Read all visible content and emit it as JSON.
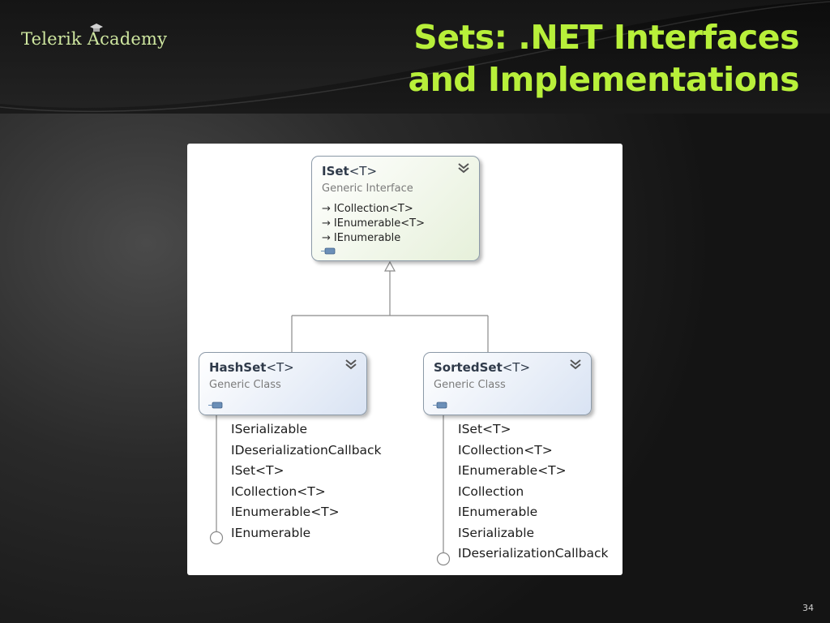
{
  "slide": {
    "logo_text": "Telerik Academy",
    "title_line1": "Sets: .NET Interfaces",
    "title_line2": "and Implementations",
    "page_number": "34"
  },
  "diagram": {
    "iset": {
      "name": "ISet",
      "generic": "<T>",
      "kind": "Generic Interface",
      "members": [
        "ICollection<T>",
        "IEnumerable<T>",
        "IEnumerable"
      ]
    },
    "hashset": {
      "name": "HashSet",
      "generic": "<T>",
      "kind": "Generic Class",
      "interfaces": [
        "ISerializable",
        "IDeserializationCallback",
        "ISet<T>",
        "ICollection<T>",
        "IEnumerable<T>",
        "IEnumerable"
      ]
    },
    "sortedset": {
      "name": "SortedSet",
      "generic": "<T>",
      "kind": "Generic Class",
      "interfaces": [
        "ISet<T>",
        "ICollection<T>",
        "IEnumerable<T>",
        "ICollection",
        "IEnumerable",
        "ISerializable",
        "IDeserializationCallback"
      ]
    }
  },
  "icons": {
    "collapse": "double-chevron-down-icon",
    "inherits": "arrow-right-icon",
    "compartment": "compartment-toggle-icon",
    "lollipop": "interface-lollipop-icon"
  },
  "colors": {
    "title": "#b8f03a",
    "logo": "#cfe7a0",
    "interface_fill": "#e6f0da",
    "class_fill": "#d9e3f3"
  }
}
